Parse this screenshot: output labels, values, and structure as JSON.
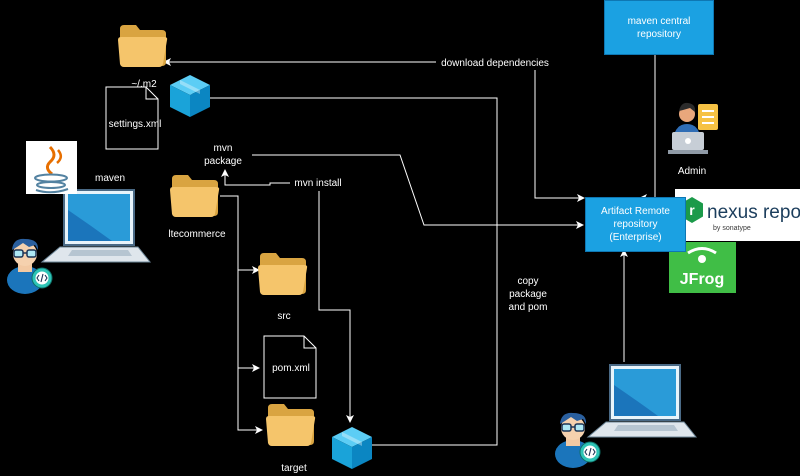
{
  "labels": {
    "m2": "~/.m2",
    "settings": "settings.xml",
    "maven": "maven",
    "mvn_package": "mvn\npackage",
    "mvn_install": "mvn install",
    "ltecommerce": "ltecommerce",
    "src": "src",
    "pom": "pom.xml",
    "target": "target",
    "download": "download dependencies",
    "copy": "copy\npackage\nand pom",
    "admin": "Admin"
  },
  "boxes": {
    "central": "maven central\nrepository",
    "artifact": "Artifact Remote\nrepository\n(Enterprise)"
  },
  "logos": {
    "nexus_main": "nexus repos",
    "nexus_sub": "by sonatype",
    "nexus_letter": "r",
    "jfrog": "JFrog"
  },
  "colors": {
    "background": "#000000",
    "box": "#1ba1e2",
    "folder": "#f5c56b",
    "package": "#1aa3d9",
    "line": "#ffffff",
    "jfrog": "#40be46"
  }
}
